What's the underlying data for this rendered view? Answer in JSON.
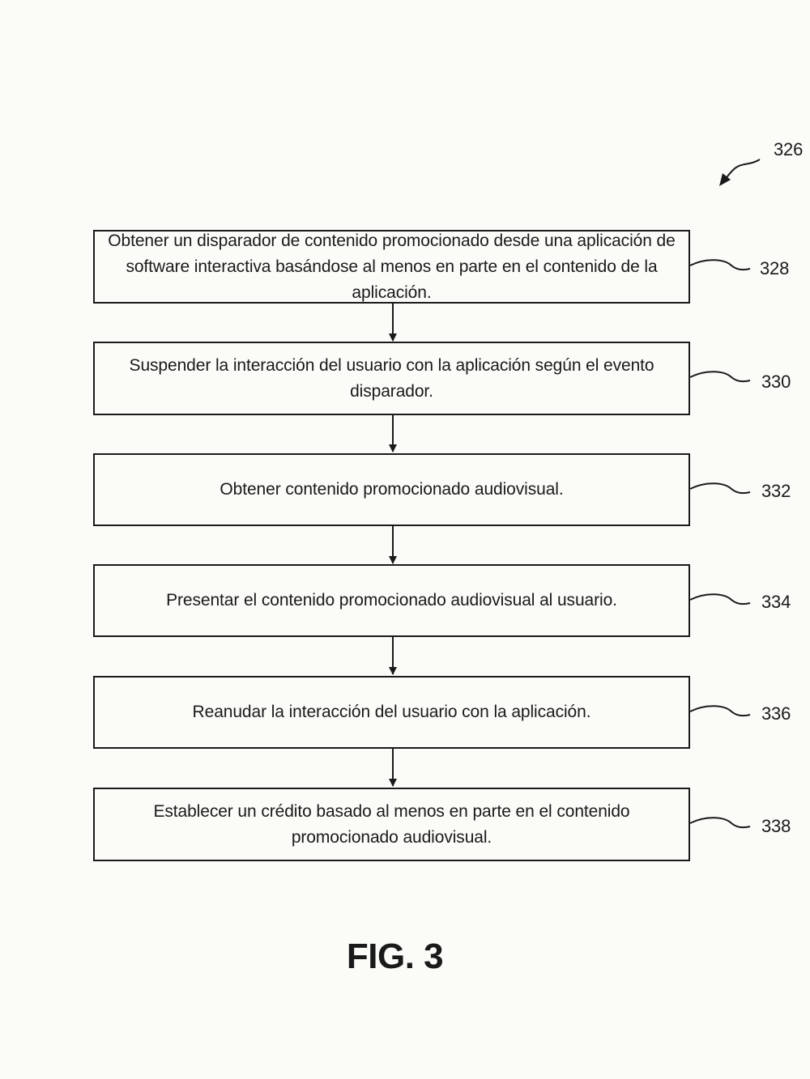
{
  "figure": {
    "ref": "326",
    "label": "FIG. 3"
  },
  "steps": [
    {
      "ref": "328",
      "text": "Obtener un disparador de contenido promocionado desde una aplicación de software interactiva basándose al menos en parte en el contenido de la aplicación."
    },
    {
      "ref": "330",
      "text": "Suspender la interacción del usuario con la aplicación según el evento disparador."
    },
    {
      "ref": "332",
      "text": "Obtener contenido promocionado audiovisual."
    },
    {
      "ref": "334",
      "text": "Presentar el contenido promocionado audiovisual al usuario."
    },
    {
      "ref": "336",
      "text": "Reanudar la interacción del usuario con la aplicación."
    },
    {
      "ref": "338",
      "text": "Establecer un crédito basado al menos en parte en el contenido promocionado audiovisual."
    }
  ]
}
